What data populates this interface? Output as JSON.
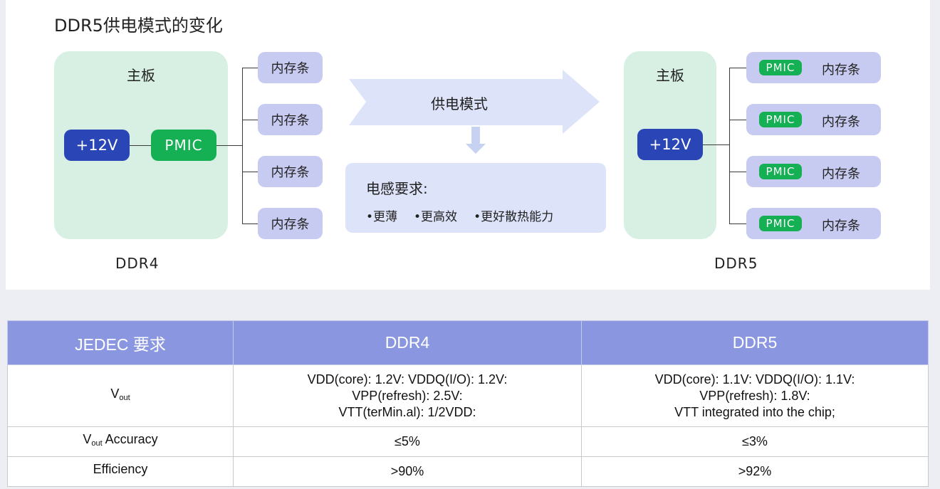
{
  "diagram": {
    "title": "DDR5供电模式的变化",
    "ddr4": {
      "board_label": "主板",
      "voltage": "+12V",
      "pmic": "PMIC",
      "modules": [
        "内存条",
        "内存条",
        "内存条",
        "内存条"
      ],
      "caption": "DDR4"
    },
    "arrow_label": "供电模式",
    "requirements": {
      "title": "电感要求:",
      "items": [
        "•更薄",
        "•更高效",
        "•更好散热能力"
      ]
    },
    "ddr5": {
      "board_label": "主板",
      "voltage": "+12V",
      "modules": [
        {
          "pmic": "PMIC",
          "label": "内存条"
        },
        {
          "pmic": "PMIC",
          "label": "内存条"
        },
        {
          "pmic": "PMIC",
          "label": "内存条"
        },
        {
          "pmic": "PMIC",
          "label": "内存条"
        }
      ],
      "caption": "DDR5"
    },
    "colors": {
      "board": "#d7f0e3",
      "voltage": "#2a45b5",
      "pmic": "#14b053",
      "module": "#c8cbf1",
      "arrow": "#dde3f9",
      "table_header": "#8a97e0"
    }
  },
  "table": {
    "headers": [
      "JEDEC 要求",
      "DDR4",
      "DDR5"
    ],
    "rows": [
      {
        "param": "V",
        "param_sub": "out",
        "param_rest": "",
        "ddr4": [
          "VDD(core): 1.2V: VDDQ(I/O): 1.2V:",
          "VPP(refresh): 2.5V:",
          "VTT(terMin.al): 1/2VDD:"
        ],
        "ddr5": [
          "VDD(core): 1.1V: VDDQ(I/O): 1.1V:",
          "VPP(refresh): 1.8V:",
          "VTT integrated into the chip;"
        ]
      },
      {
        "param": "V",
        "param_sub": "out",
        "param_rest": " Accuracy",
        "ddr4": [
          "≤5%"
        ],
        "ddr5": [
          "≤3%"
        ]
      },
      {
        "param": "Efficiency",
        "param_sub": "",
        "param_rest": "",
        "ddr4": [
          ">90%"
        ],
        "ddr5": [
          ">92%"
        ]
      }
    ]
  }
}
